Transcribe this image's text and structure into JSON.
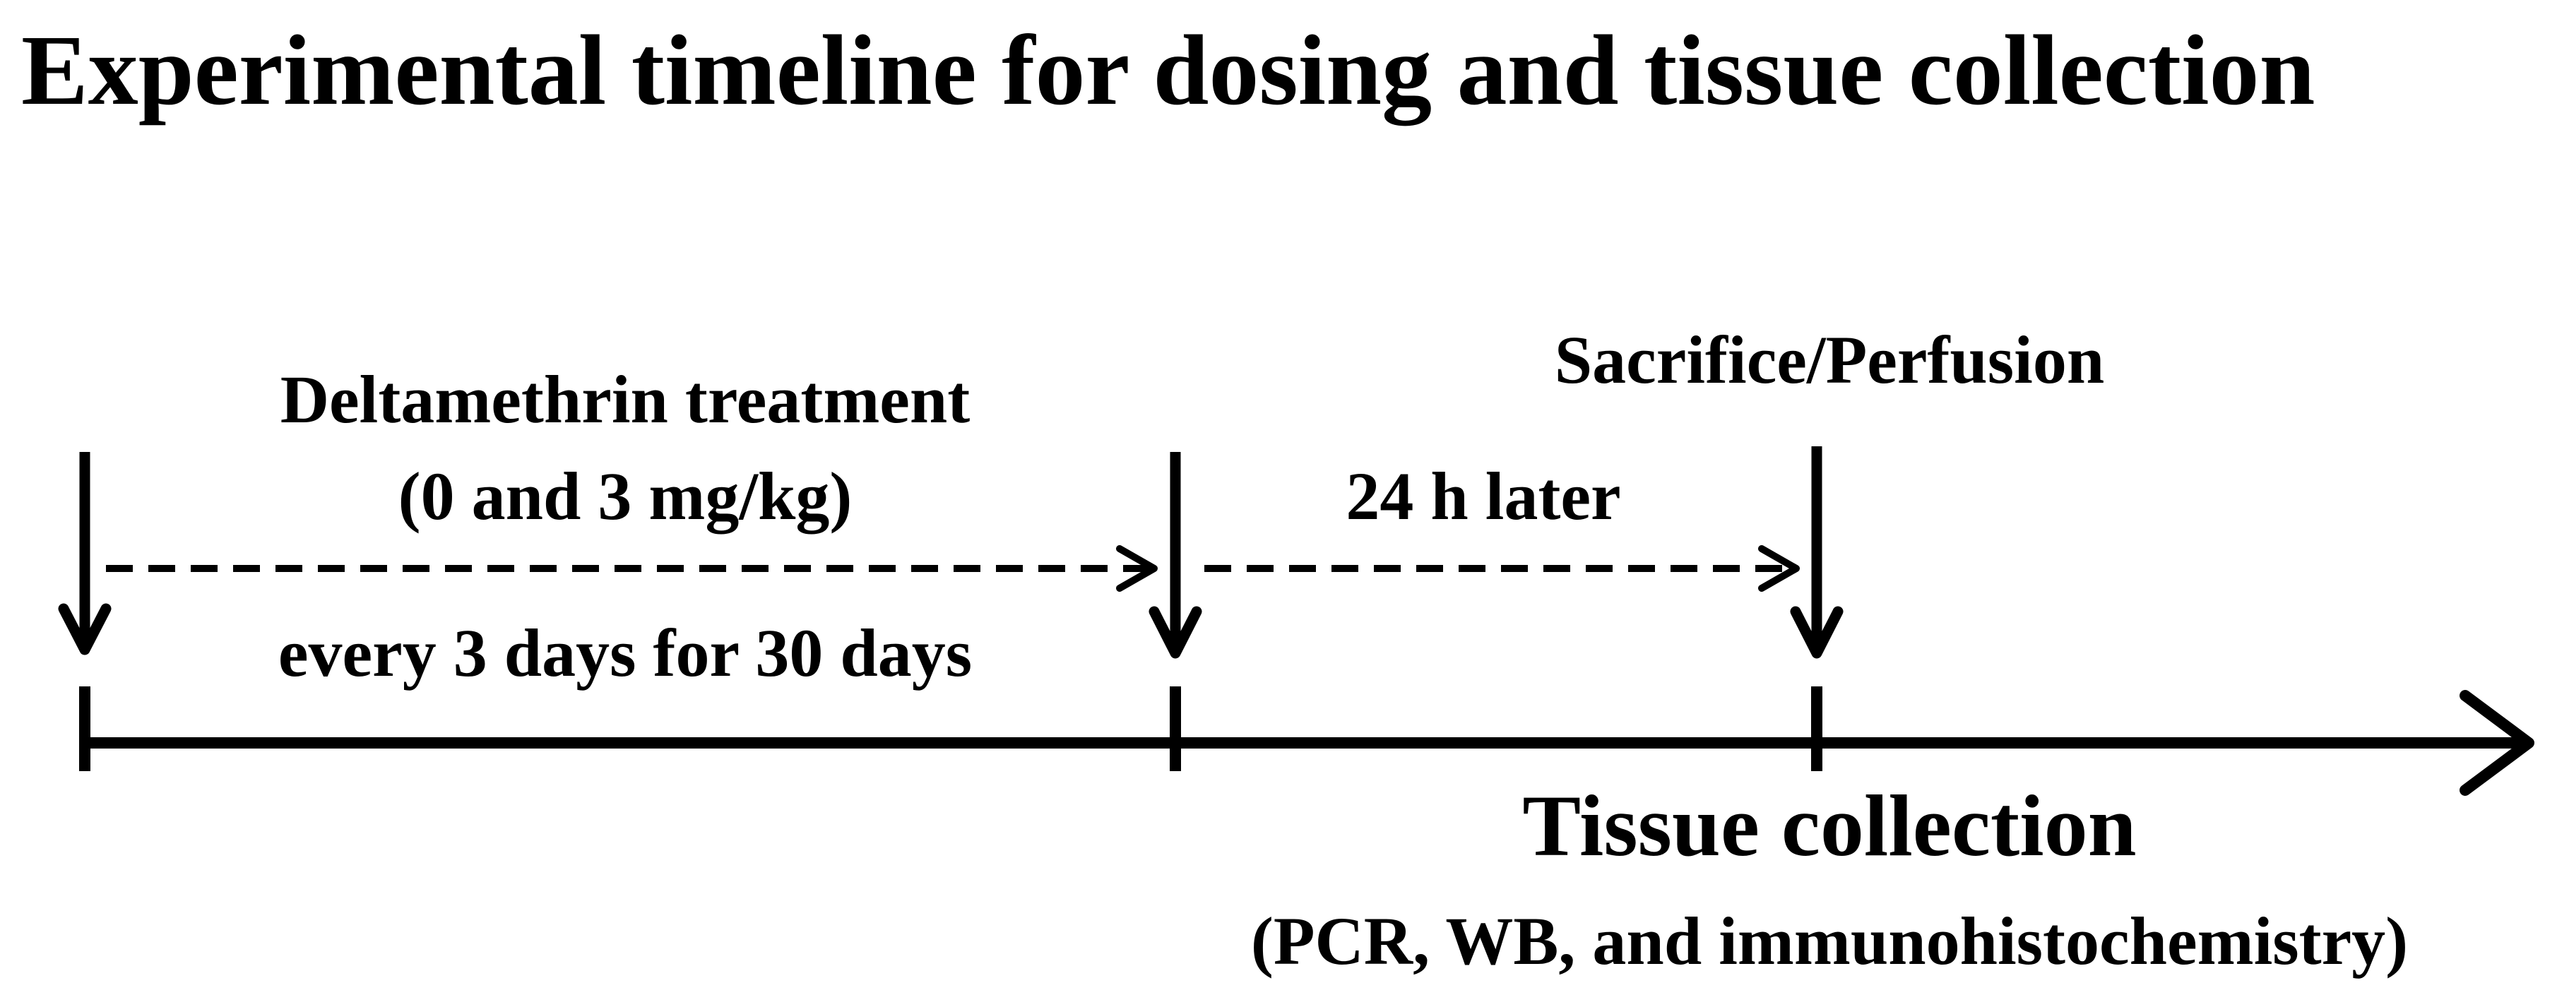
{
  "title": "Experimental timeline for dosing and tissue collection",
  "treatment": {
    "line1": "Deltamethrin treatment",
    "line2": "(0 and 3 mg/kg)",
    "schedule": "every 3 days for 30 days"
  },
  "interval_label": "24 h later",
  "sacrifice_label": "Sacrifice/Perfusion",
  "collection": {
    "label": "Tissue collection",
    "methods": "(PCR, WB, and immunohistochemistry)"
  },
  "colors": {
    "line": "#000000",
    "background": "#ffffff"
  }
}
